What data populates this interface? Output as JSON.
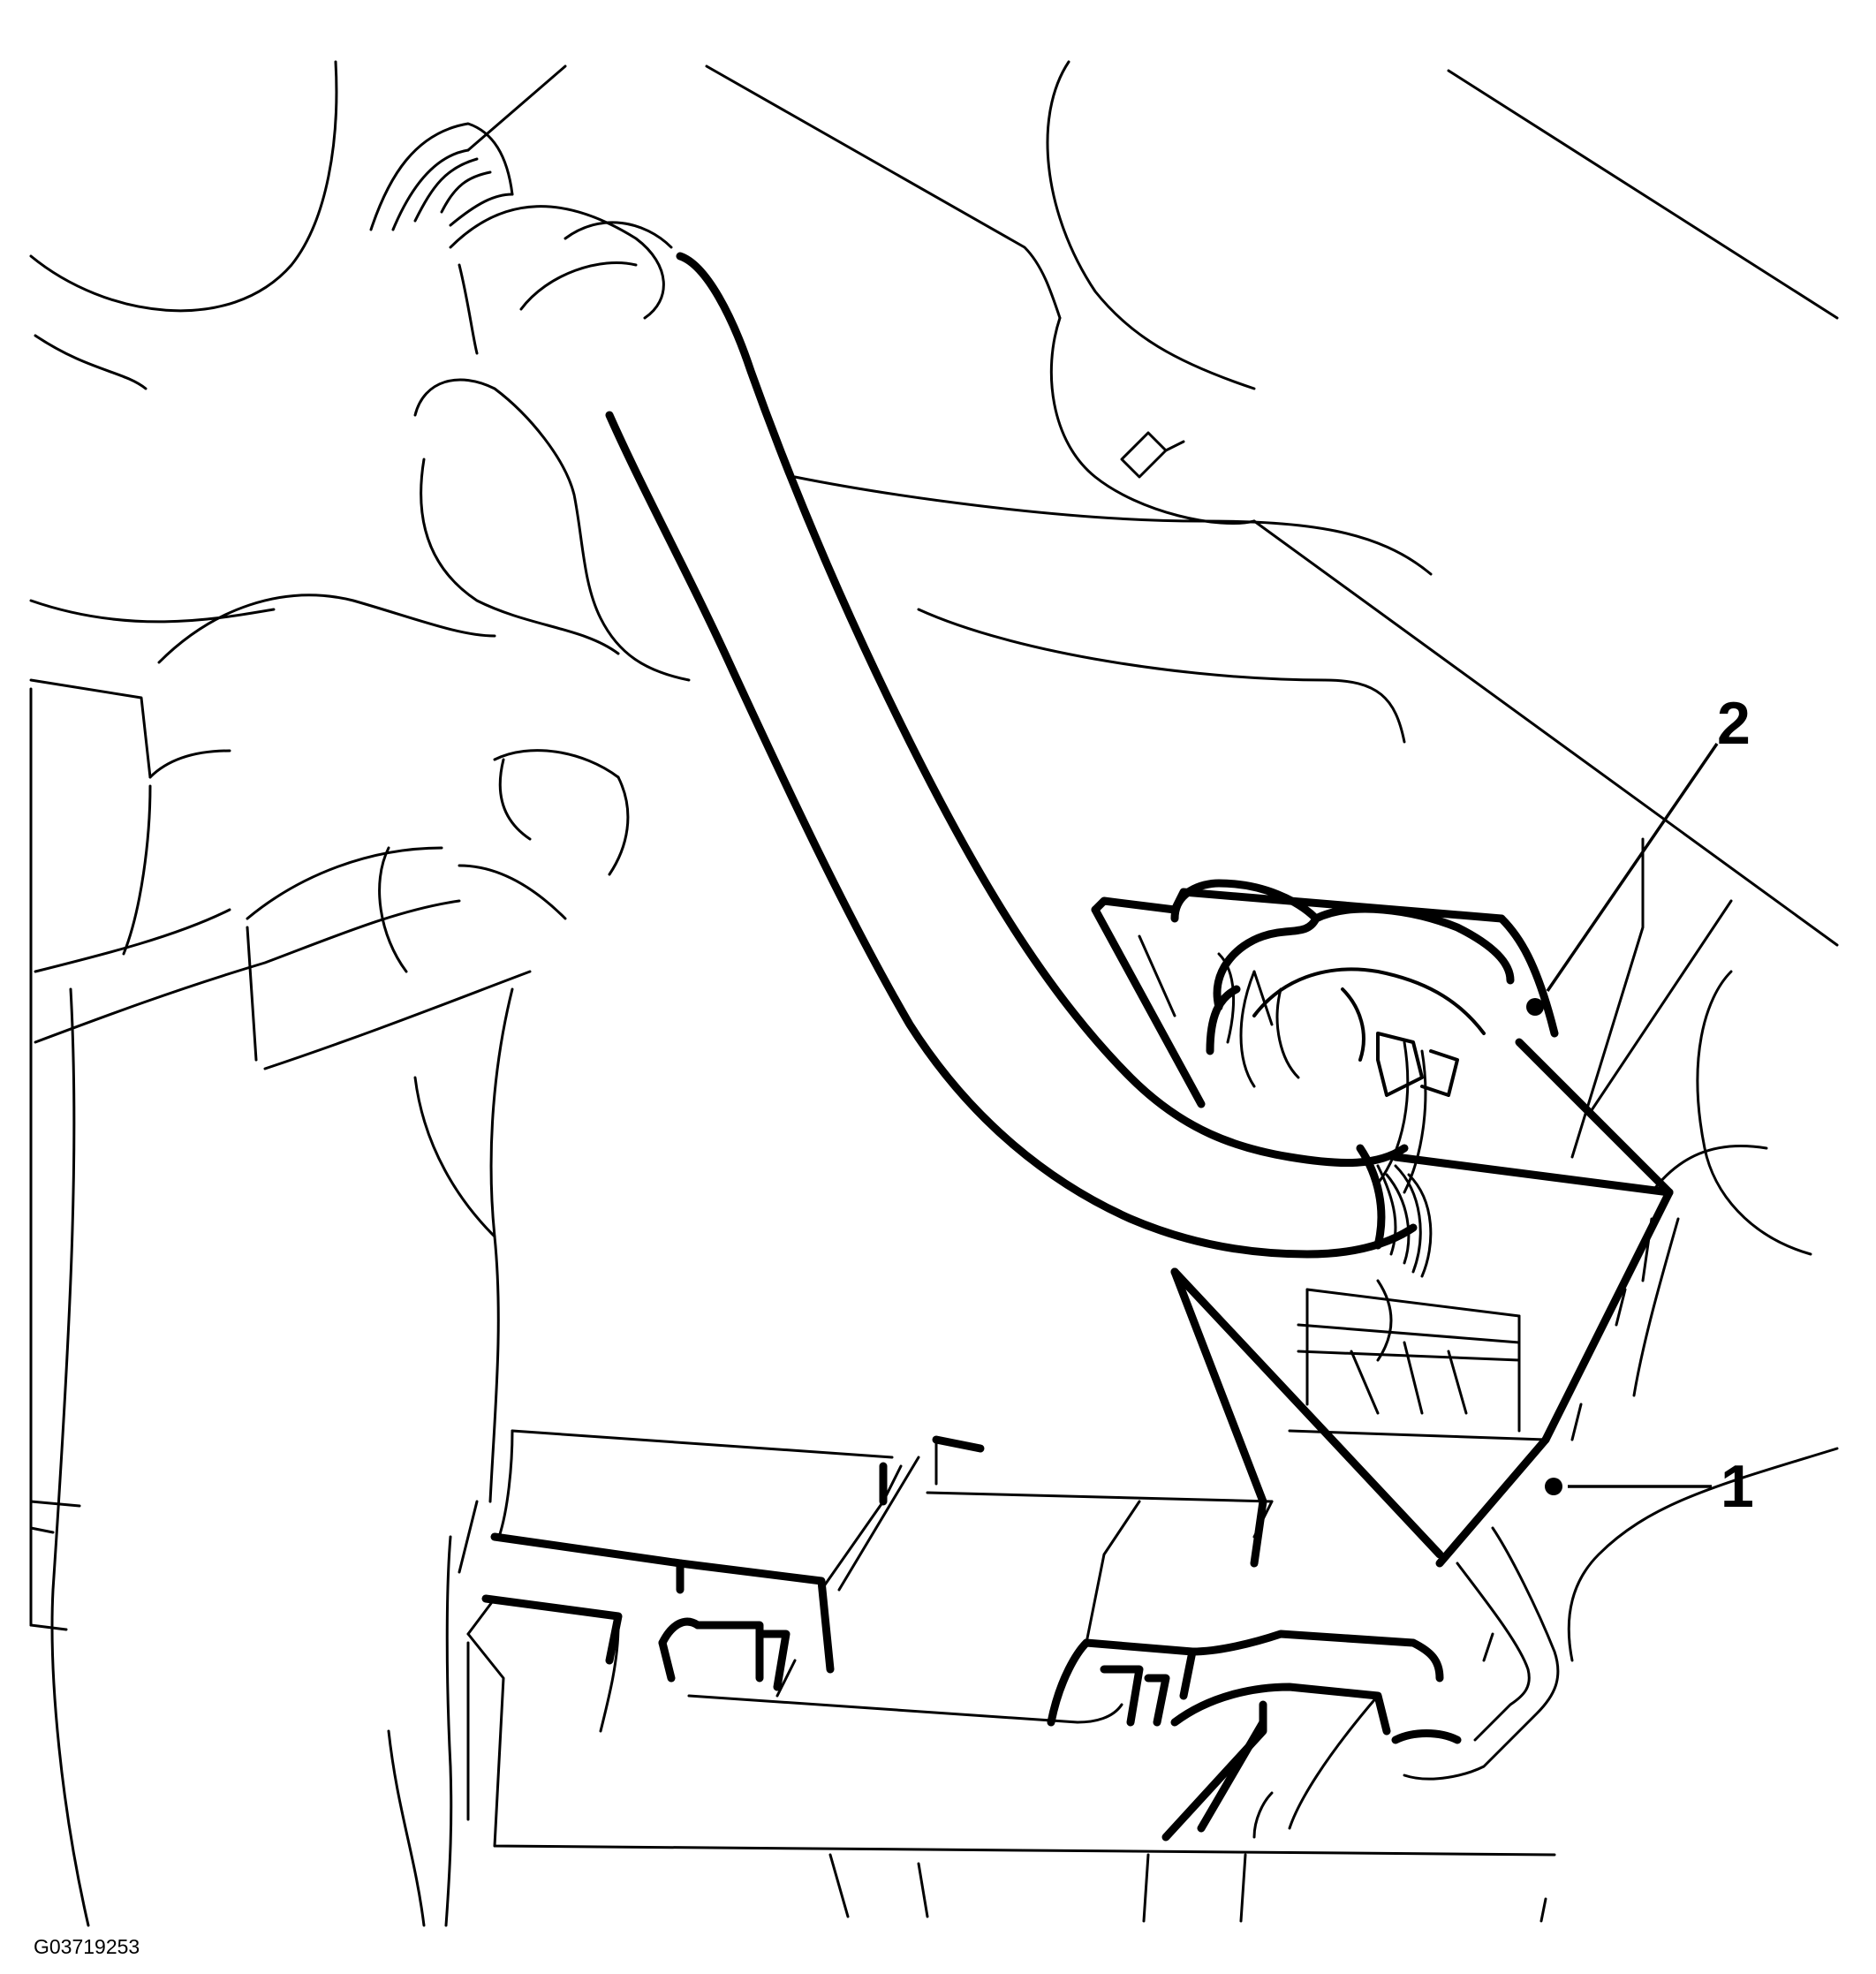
{
  "diagram": {
    "figure_id": "G03719253",
    "callouts": [
      {
        "number": "1"
      },
      {
        "number": "2"
      }
    ]
  }
}
